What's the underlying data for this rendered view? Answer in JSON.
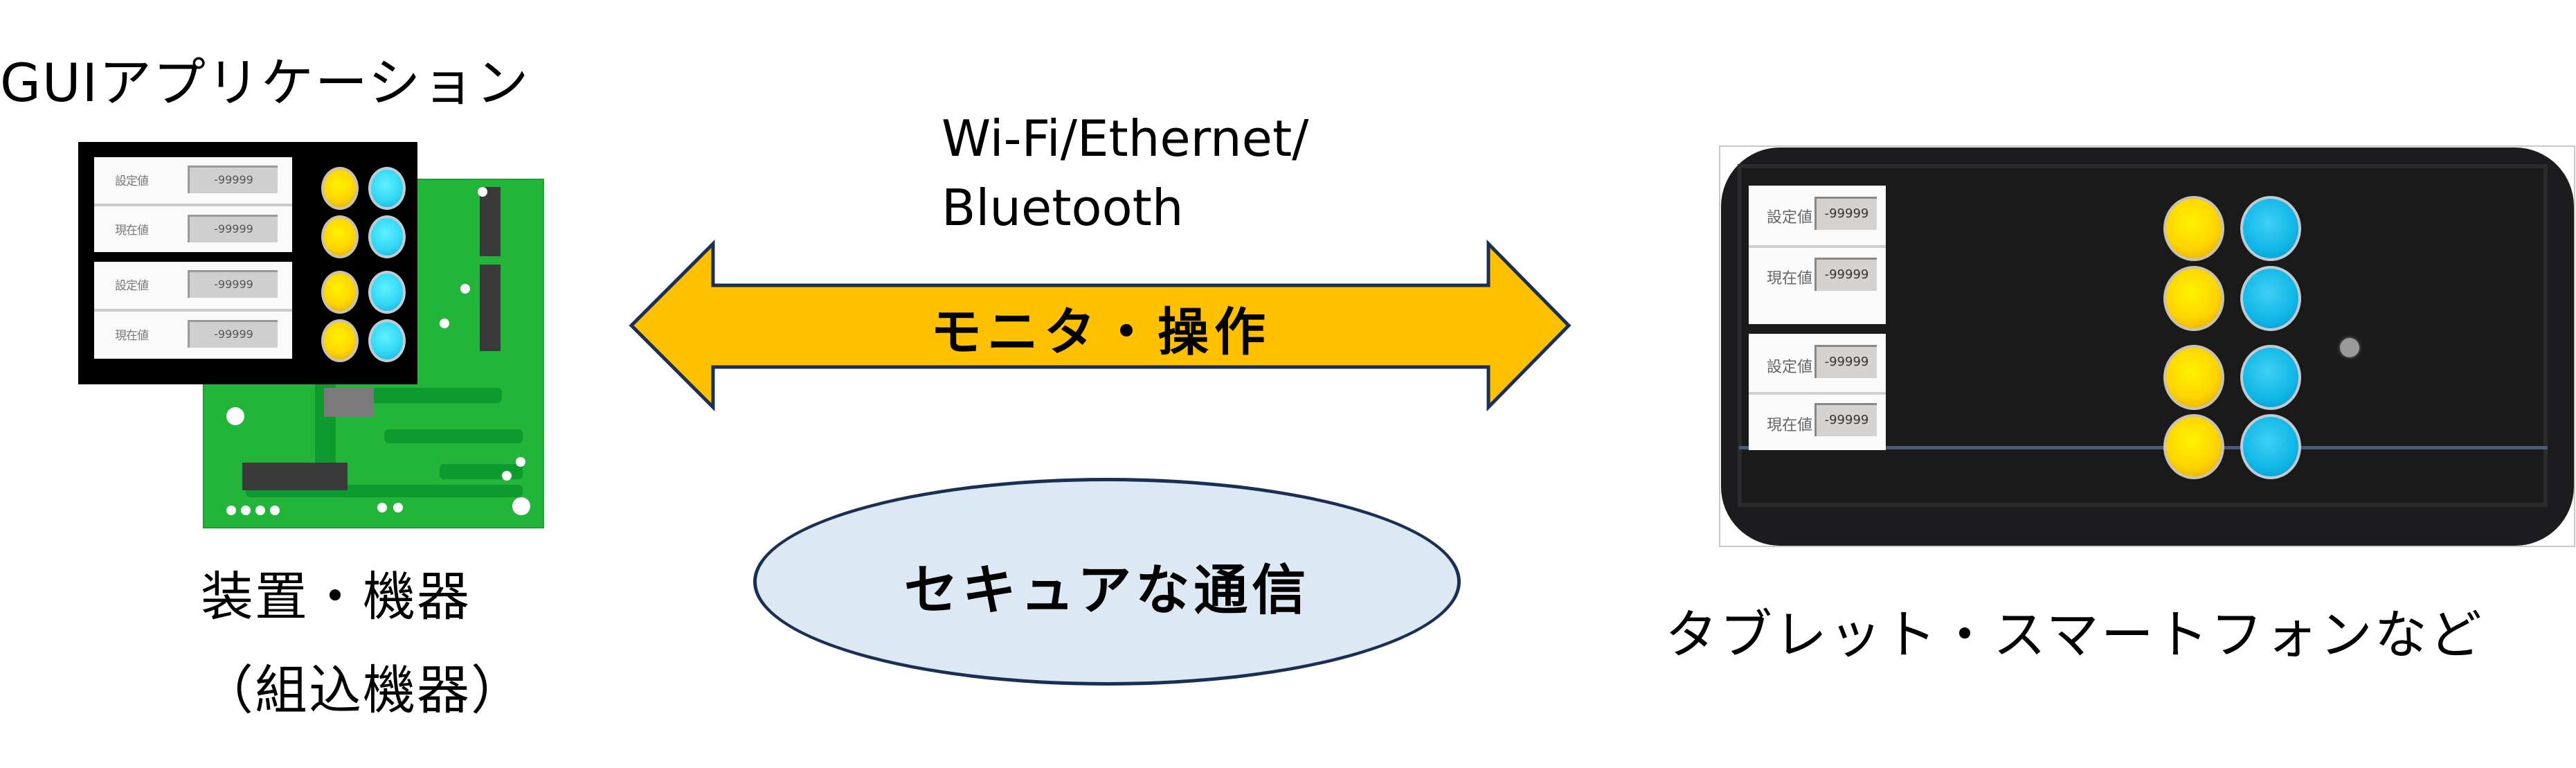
{
  "left_device": {
    "title": "GUIアプリケーション",
    "label_line1": "装置・機器",
    "label_line2": "（組込機器）",
    "lcd_rows": [
      {
        "label": "設定値",
        "value": "-99999"
      },
      {
        "label": "現在値",
        "value": "-99999"
      },
      {
        "label": "設定値",
        "value": "-99999"
      },
      {
        "label": "現在値",
        "value": "-99999"
      }
    ]
  },
  "connection": {
    "protocols_line1": "Wi-Fi/Ethernet/",
    "protocols_line2": "Bluetooth",
    "arrow_label": "モニタ・操作",
    "secure_label": "セキュアな通信"
  },
  "right_device": {
    "label": "タブレット・スマートフォンなど",
    "screen_rows": [
      {
        "label": "設定値",
        "value": "-99999"
      },
      {
        "label": "現在値",
        "value": "-99999"
      },
      {
        "label": "設定値",
        "value": "-99999"
      },
      {
        "label": "現在値",
        "value": "-99999"
      }
    ]
  },
  "colors": {
    "arrow_fill": "#FFC000",
    "arrow_stroke": "#1B2F55",
    "ellipse_fill": "#DCE9F5",
    "pcb_green": "#22B53A",
    "led_yellow": "#FFE000",
    "led_blue": "#33D8F5"
  }
}
